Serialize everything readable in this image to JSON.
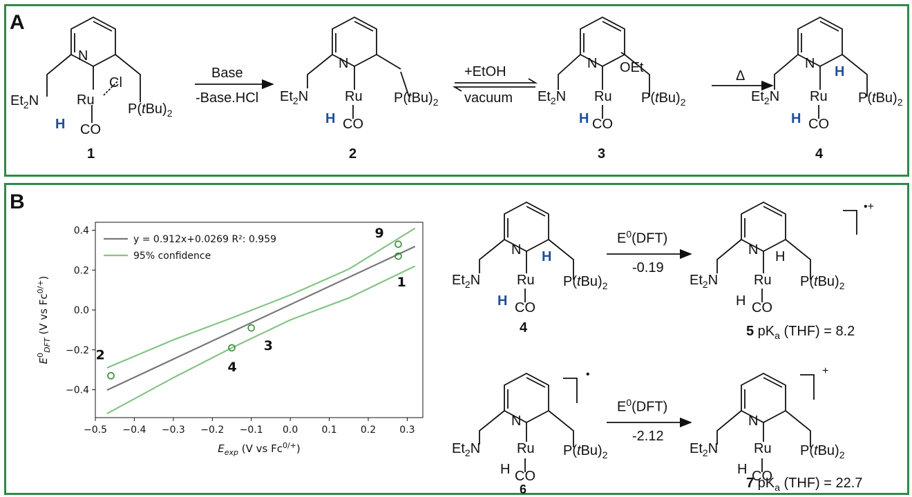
{
  "panel_a": {
    "label": "A",
    "compound_labels": [
      "1",
      "2",
      "3",
      "4"
    ],
    "arrow1_top": "Base",
    "arrow1_bottom": "-Base.HCl",
    "arrow2_top": "+EtOH",
    "arrow2_bottom": "vacuum",
    "arrow3_top": "Δ",
    "atoms": {
      "et2n": "Et",
      "et2n_sub": "2",
      "et2n_n": "N",
      "ru": "Ru",
      "n": "N",
      "cl": "Cl",
      "h": "H",
      "co": "CO",
      "oet": "OEt",
      "p_left": "P(",
      "tbu_t": "t",
      "tbu": "Bu)",
      "tbu_sub": "2"
    }
  },
  "panel_b": {
    "label": "B",
    "right": {
      "arrow1_top": "E",
      "arrow1_top_sup": "0",
      "arrow1_top_rest": "(DFT)",
      "arrow1_bottom": "-0.19",
      "arrow2_top": "E",
      "arrow2_top_sup": "0",
      "arrow2_top_rest": "(DFT)",
      "arrow2_bottom": "-2.12",
      "label_4": "4",
      "label_6": "6",
      "label_5": "5",
      "label_5_rest": " pK",
      "label_5_sub": "a",
      "label_5_tail": " (THF) = 8.2",
      "label_7": "7",
      "label_7_rest": " pK",
      "label_7_sub": "a",
      "label_7_tail": " (THF) = 22.7",
      "charge_5": "•+",
      "charge_6": "•",
      "charge_7": "+"
    }
  },
  "chart_data": {
    "type": "scatter",
    "xlabel_main": "E",
    "xlabel_sub": "exp",
    "xlabel_rest": " (V vs Fc",
    "xlabel_sup": "0/+",
    "xlabel_close": ")",
    "ylabel_main": "E",
    "ylabel_sup": "0",
    "ylabel_sub": "DFT",
    "ylabel_rest": " (V vs Fc",
    "ylabel_sup2": "0/+",
    "ylabel_close": ")",
    "xlim": [
      -0.5,
      0.34
    ],
    "ylim": [
      -0.54,
      0.44
    ],
    "xticks": [
      -0.5,
      -0.4,
      -0.3,
      -0.2,
      -0.1,
      0.0,
      0.1,
      0.2,
      0.3
    ],
    "xtick_labels": [
      "−0.5",
      "−0.4",
      "−0.3",
      "−0.2",
      "−0.1",
      "0.0",
      "0.1",
      "0.2",
      "0.3"
    ],
    "yticks": [
      -0.4,
      -0.2,
      0.0,
      0.2,
      0.4
    ],
    "ytick_labels": [
      "−0.4",
      "−0.2",
      "0.0",
      "0.2",
      "0.4"
    ],
    "grid": false,
    "legend_position": "top-left",
    "points": [
      {
        "label": "2",
        "x": -0.46,
        "y": -0.33
      },
      {
        "label": "4",
        "x": -0.15,
        "y": -0.19
      },
      {
        "label": "3",
        "x": -0.1,
        "y": -0.09
      },
      {
        "label": "9",
        "x": 0.277,
        "y": 0.33
      },
      {
        "label": "1",
        "x": 0.277,
        "y": 0.27
      }
    ],
    "fit": {
      "name": "y = 0.912x+0.0269  R²: 0.959",
      "slope": 0.912,
      "intercept": 0.0269,
      "x_range": [
        -0.47,
        0.32
      ],
      "color": "#777777"
    },
    "confidence": {
      "name": "95% confidence",
      "color": "#86c386",
      "upper": [
        [
          -0.47,
          -0.29
        ],
        [
          -0.3,
          -0.15
        ],
        [
          -0.15,
          -0.04
        ],
        [
          0.0,
          0.075
        ],
        [
          0.15,
          0.205
        ],
        [
          0.32,
          0.41
        ]
      ],
      "lower": [
        [
          -0.47,
          -0.52
        ],
        [
          -0.3,
          -0.34
        ],
        [
          -0.15,
          -0.19
        ],
        [
          0.0,
          -0.05
        ],
        [
          0.15,
          0.06
        ],
        [
          0.32,
          0.22
        ]
      ]
    },
    "point_color": "#2e8b2e"
  }
}
